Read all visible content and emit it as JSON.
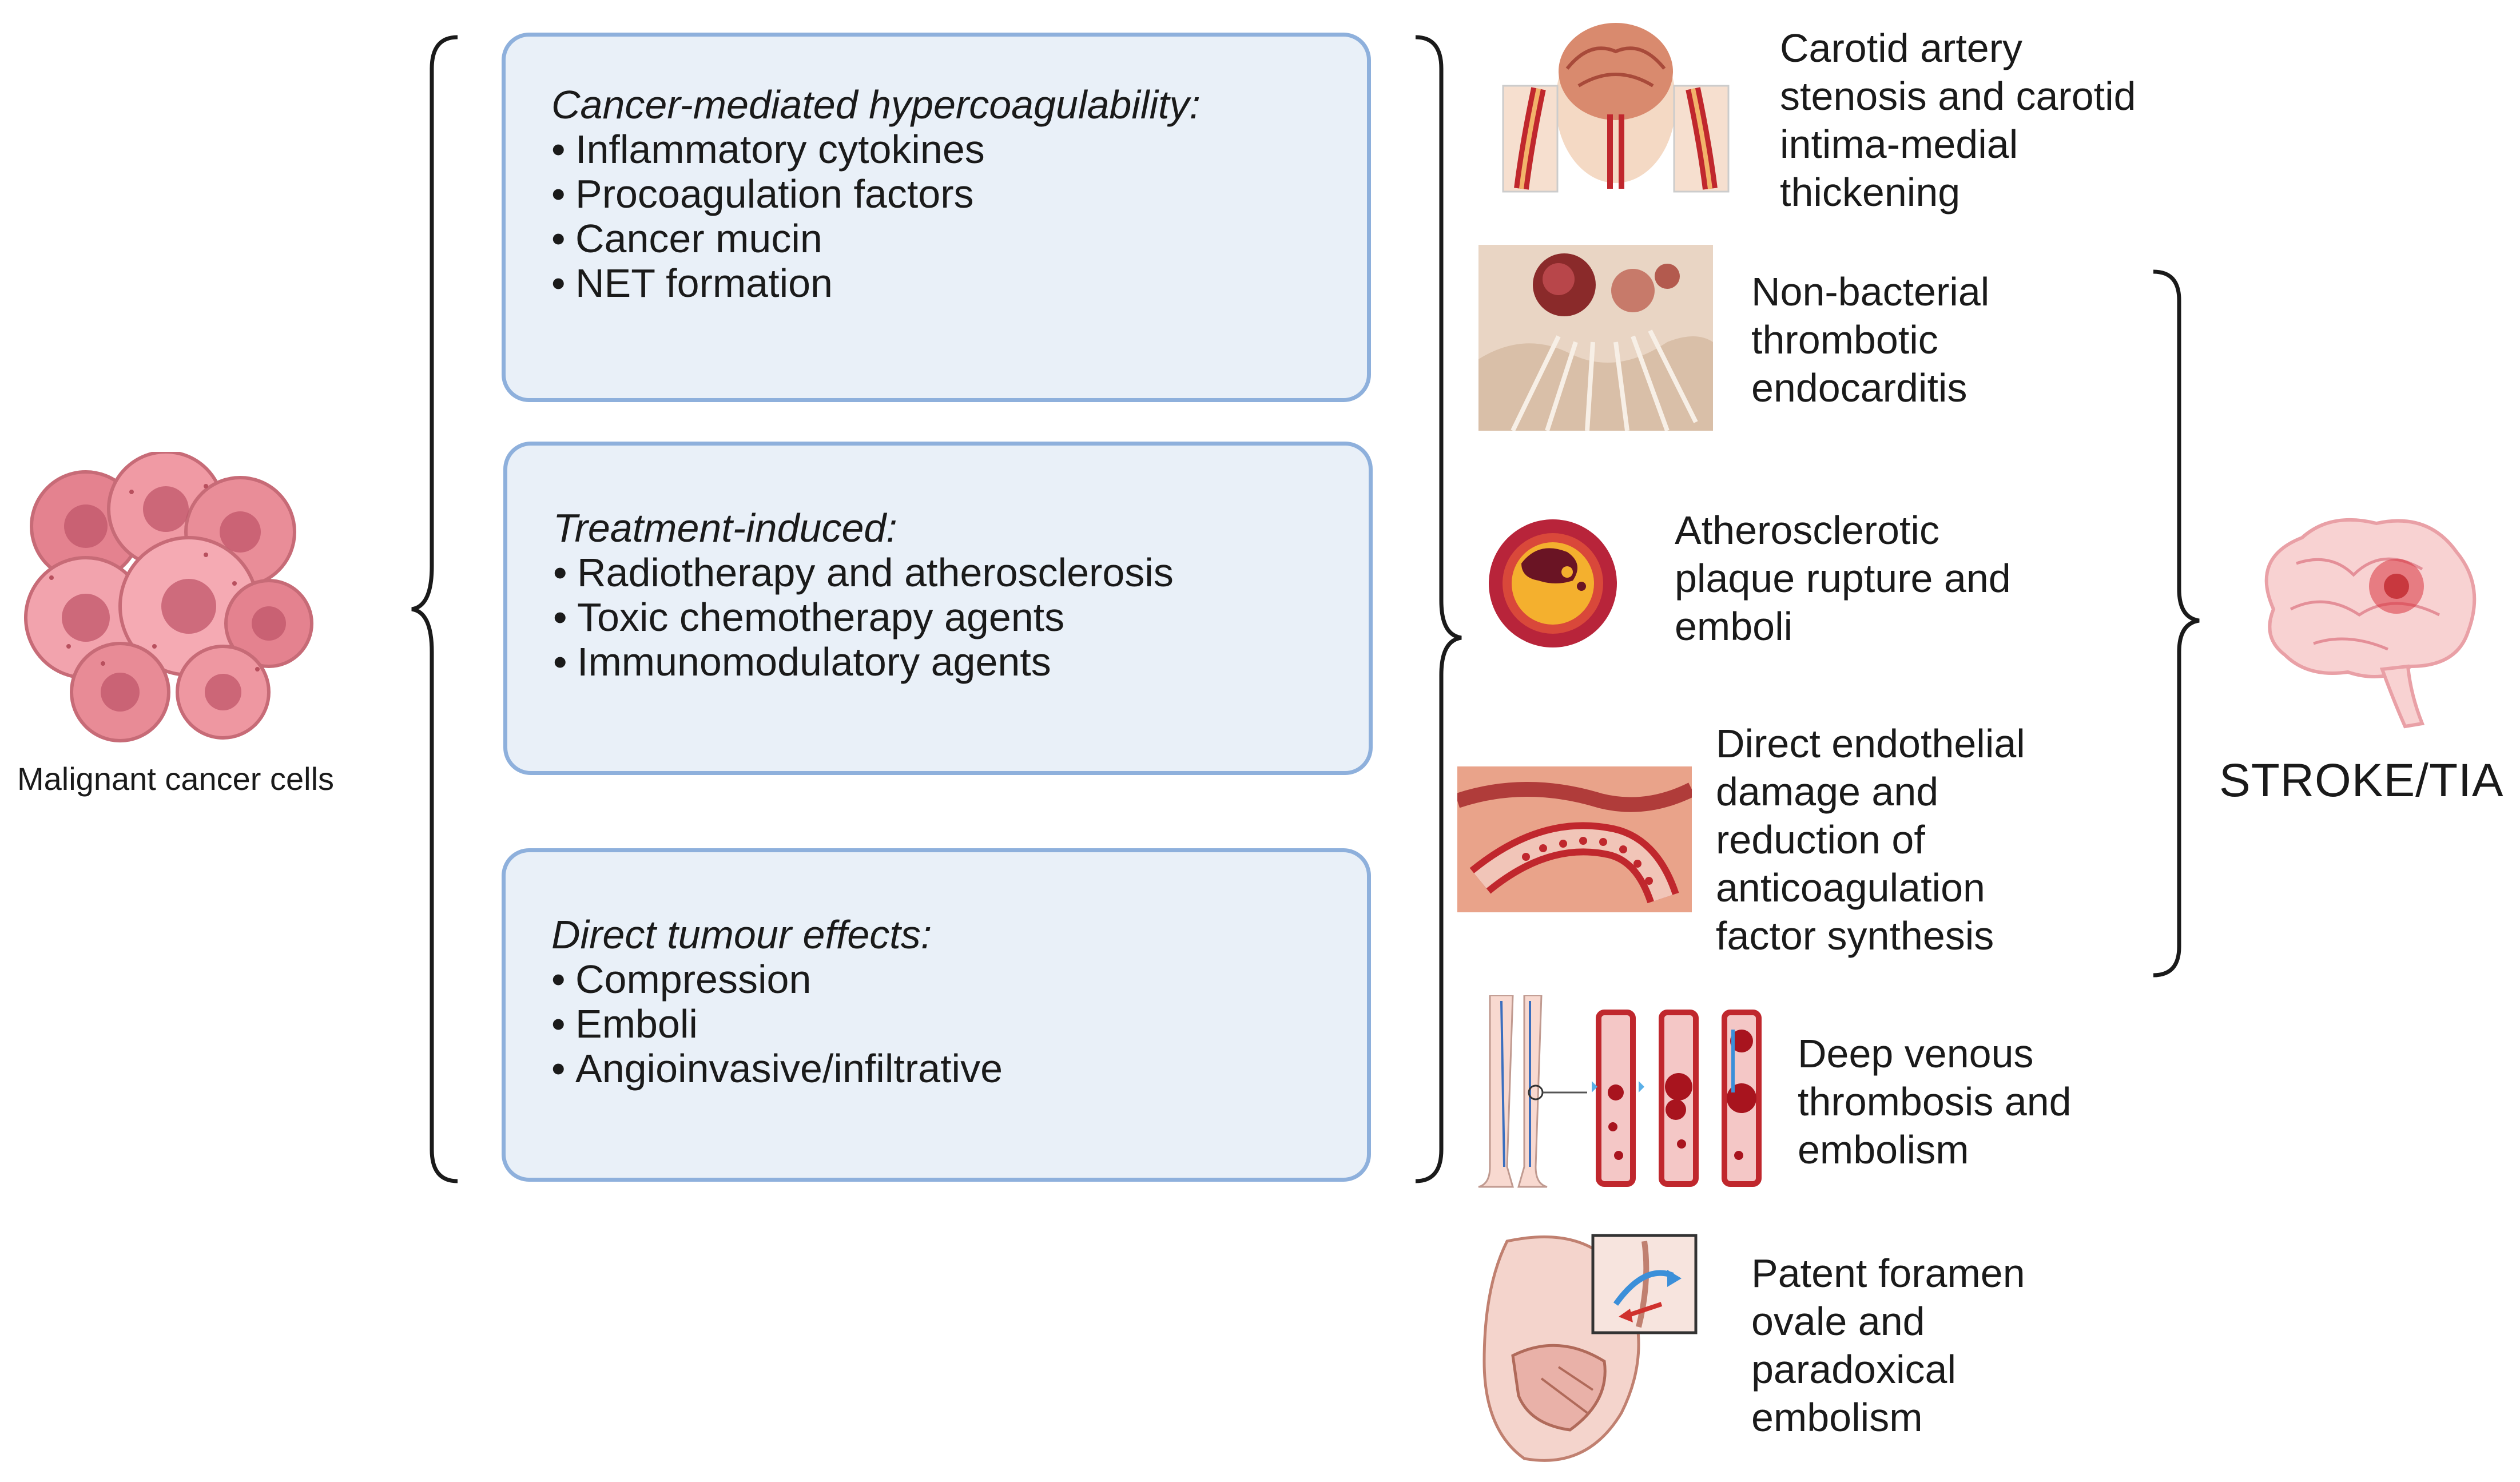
{
  "left": {
    "cancer_label": "Malignant cancer cells"
  },
  "boxes": [
    {
      "title": "Cancer-mediated hypercoagulability:",
      "items": [
        "Inflammatory cytokines",
        "Procoagulation factors",
        "Cancer mucin",
        "NET formation"
      ]
    },
    {
      "title": "Treatment-induced:",
      "items": [
        "Radiotherapy and atherosclerosis",
        "Toxic chemotherapy agents",
        "Immunomodulatory agents"
      ]
    },
    {
      "title": "Direct tumour effects:",
      "items": [
        "Compression",
        "Emboli",
        "Angioinvasive/infiltrative"
      ]
    }
  ],
  "bullet_glyph": "•",
  "causes": [
    {
      "label": "Carotid artery\nstenosis and carotid\nintima-medial\nthickening",
      "icon": "carotid-head-icon"
    },
    {
      "label": "Non-bacterial\nthrombotic\nendocarditis",
      "icon": "heart-valve-vegetation-icon"
    },
    {
      "label": "Atherosclerotic\nplaque rupture and\nemboli",
      "icon": "plaque-cross-section-icon"
    },
    {
      "label": "Direct endothelial\ndamage and\nreduction of\nanticoagulation\nfactor synthesis",
      "icon": "damaged-vessel-icon"
    },
    {
      "label": "Deep venous\nthrombosis and\nembolism",
      "icon": "dvt-legs-icon"
    },
    {
      "label": "Patent foramen\novale and\nparadoxical\nembolism",
      "icon": "heart-pfo-icon"
    }
  ],
  "outcome": {
    "label": "STROKE/TIA",
    "icon": "brain-lesion-icon"
  },
  "colors": {
    "box_fill": "#e9f0f8",
    "box_border": "#8eb0dc",
    "cell_pink": "#e88b96",
    "cell_dark": "#b8505e",
    "vessel_red": "#c0272d",
    "brace": "#1a1a1a"
  }
}
